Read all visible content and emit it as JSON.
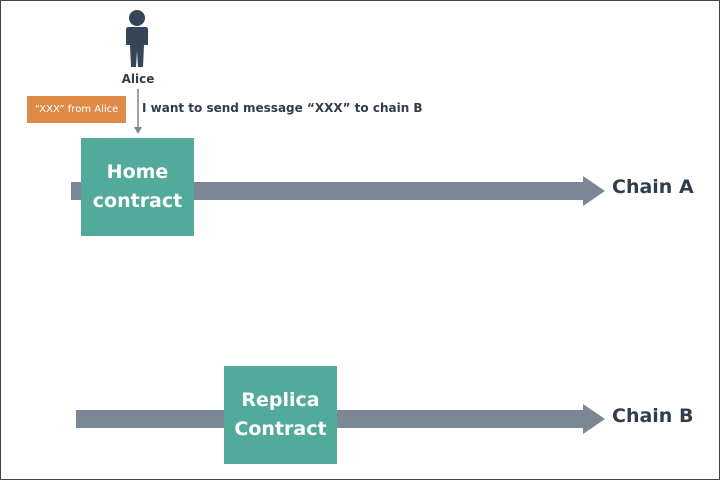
{
  "actor": {
    "name": "Alice",
    "icon": "person-icon"
  },
  "message": {
    "badge": "“XXX” from Alice",
    "text": "I want to send message “XXX” to chain B"
  },
  "home_contract": {
    "line1": "Home",
    "line2": "contract"
  },
  "replica_contract": {
    "line1": "Replica",
    "line2": "Contract"
  },
  "chains": {
    "a": "Chain A",
    "b": "Chain B"
  },
  "colors": {
    "contract_box": "#52ab9a",
    "chain_arrow": "#7b8794",
    "badge": "#e08a48",
    "text_dark": "#2f3d4c"
  }
}
